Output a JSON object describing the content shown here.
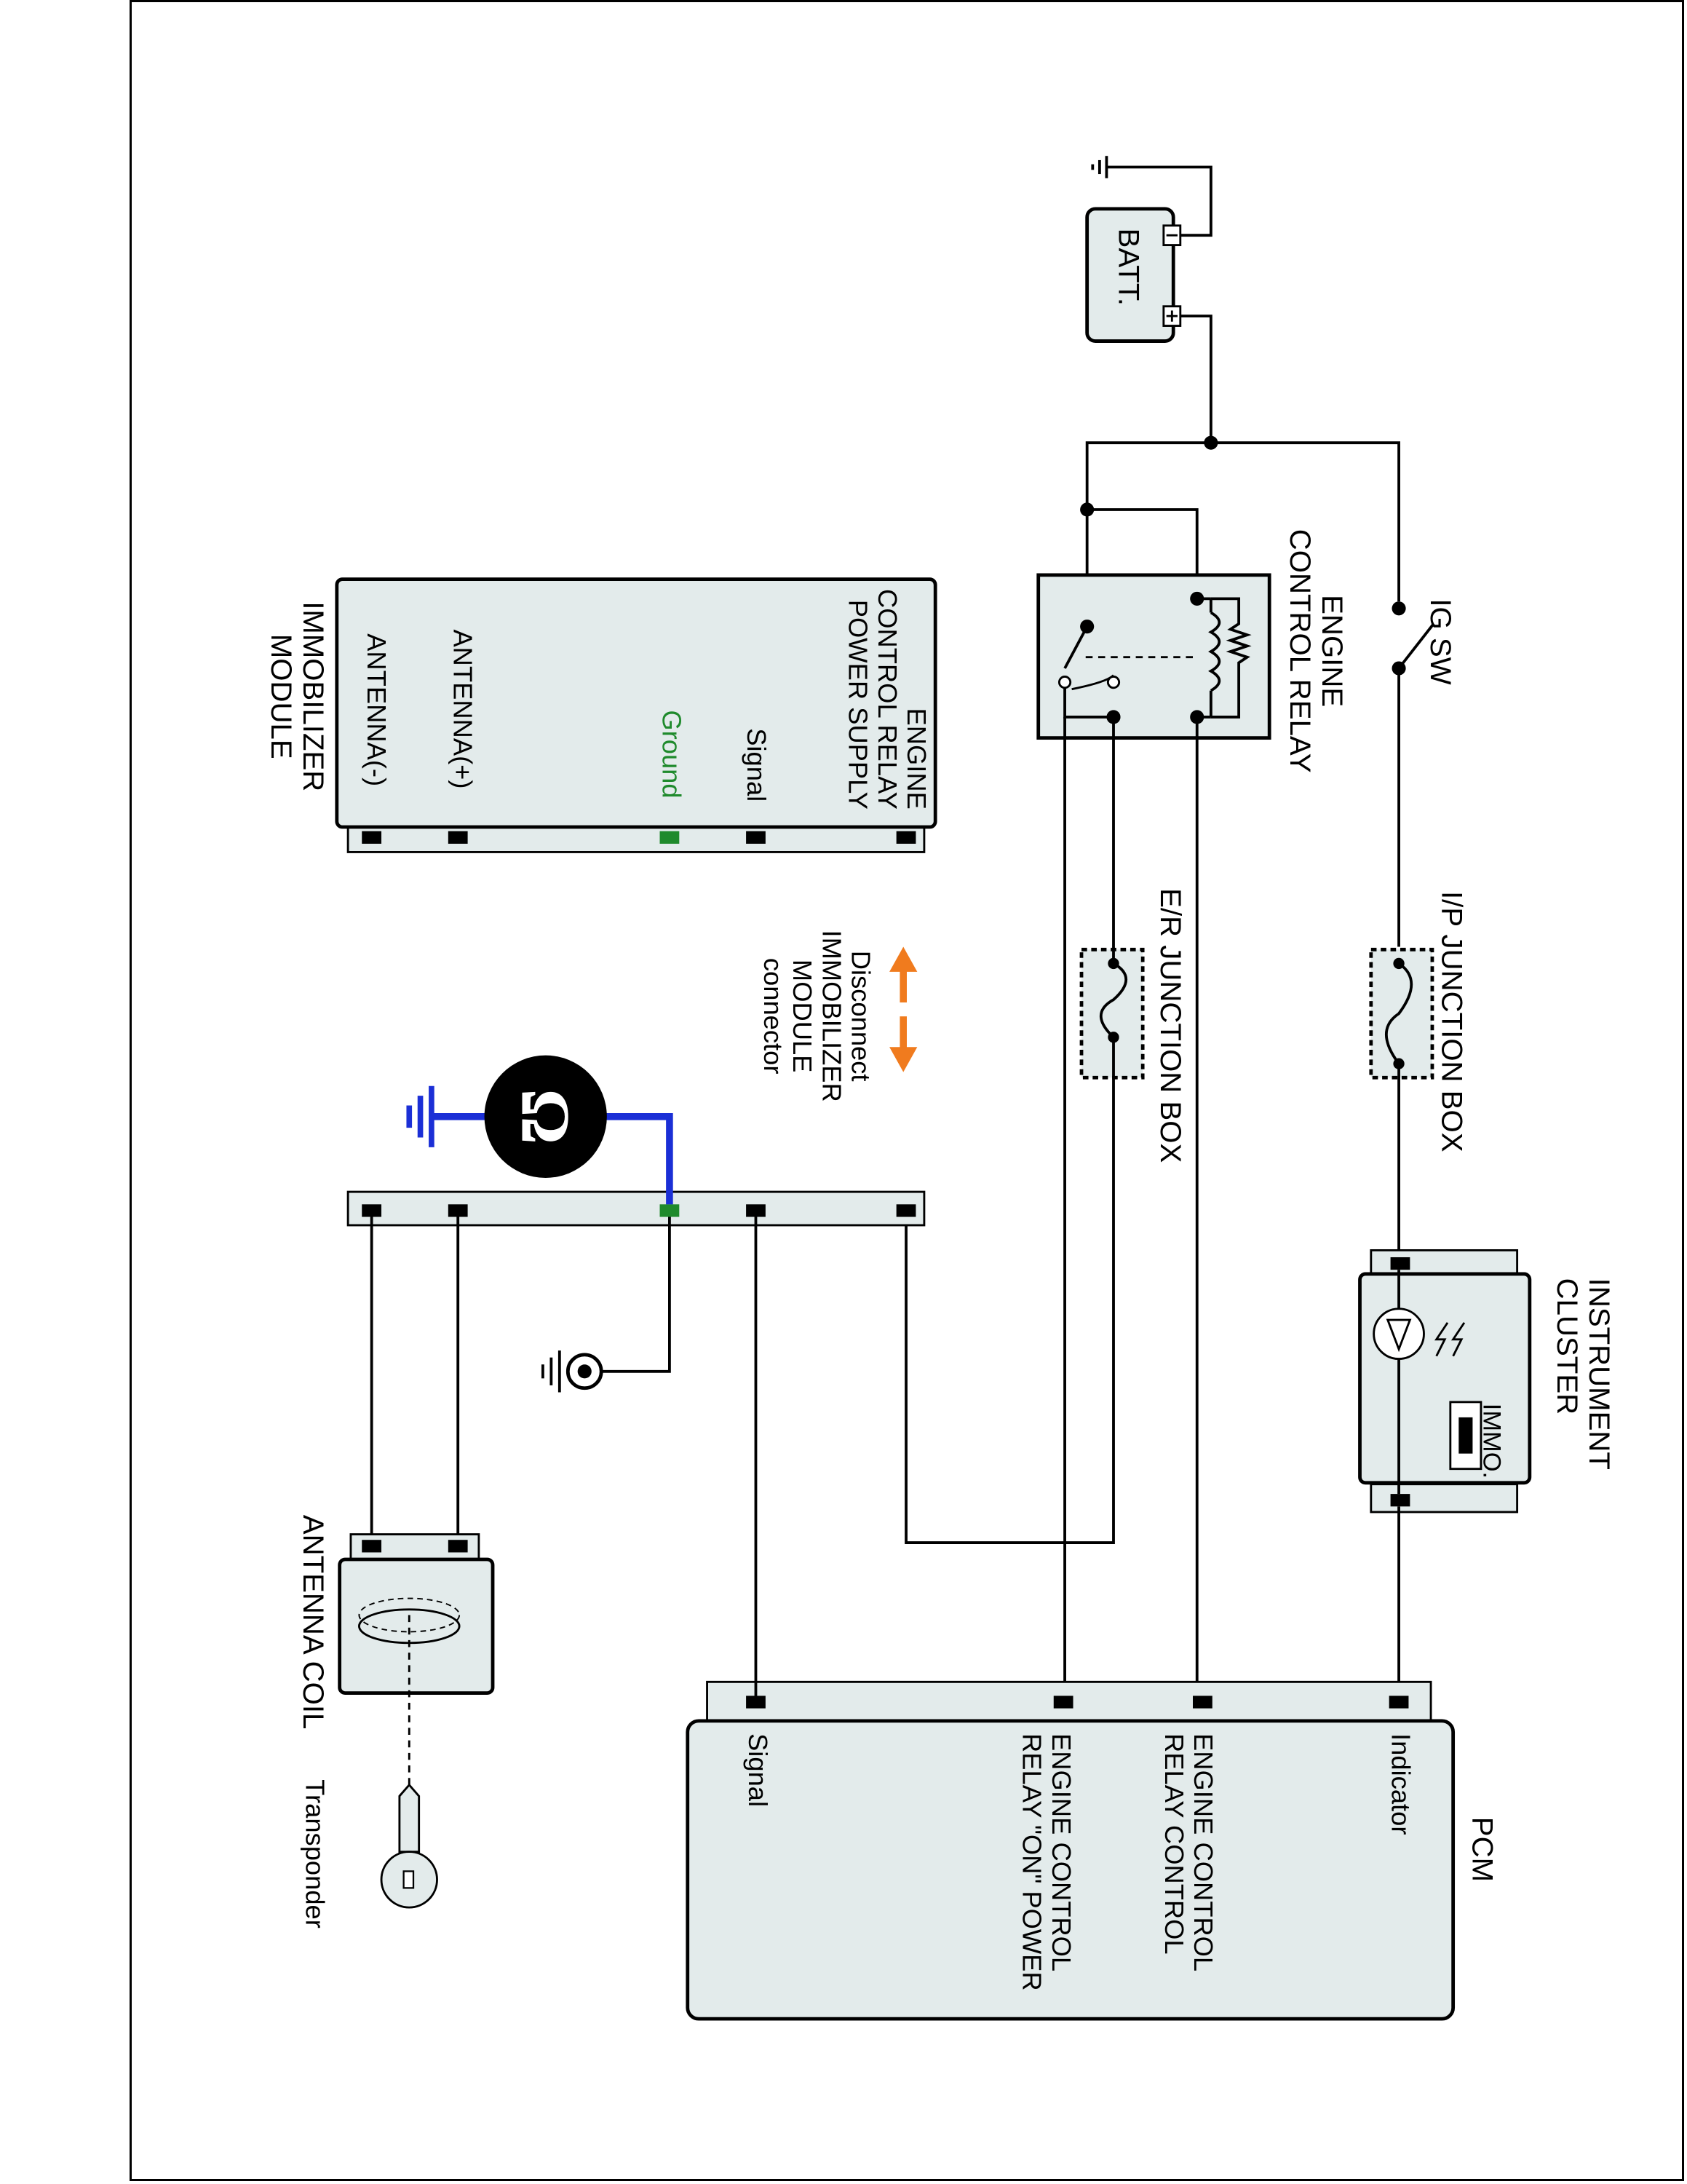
{
  "components": {
    "battery": "BATT.",
    "ig_switch": "IG SW",
    "engine_control_relay": "ENGINE\nCONTROL RELAY",
    "ip_junction_box": "I/P JUNCTION BOX",
    "er_junction_box": "E/R JUNCTION BOX",
    "instrument_cluster": "INSTRUMENT\nCLUSTER",
    "immo_indicator": "IMMO.",
    "pcm": "PCM",
    "immobilizer_module": "IMMOBILIZER\nMODULE",
    "antenna_coil": "ANTENNA COIL",
    "transponder": "Transponder"
  },
  "immobilizer_pins": {
    "power_supply": "ENGINE\nCONTROL RELAY\nPOWER SUPPLY",
    "signal": "Signal",
    "ground": "Ground",
    "antenna_plus": "ANTENNA(+)",
    "antenna_minus": "ANTENNA(-)"
  },
  "pcm_pins": {
    "indicator": "Indicator",
    "relay_control": "ENGINE CONTROL\nRELAY CONTROL",
    "relay_on_power": "ENGINE CONTROL\nRELAY \"ON\" POWER",
    "signal": "Signal"
  },
  "instruction": "Disconnect\nIMMOBILIZER\nMODULE\nconnector",
  "colors": {
    "ground_pin": "#1f8a2c",
    "meter_lead": "#1b2fd6",
    "disconnect_arrow": "#f07b1e",
    "component_fill": "#e3ebeb"
  }
}
